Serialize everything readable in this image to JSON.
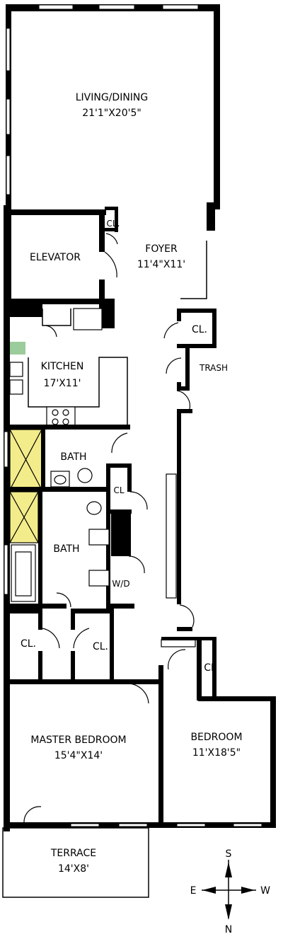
{
  "rooms": {
    "living_dining": {
      "name": "LIVING/DINING",
      "dims": "21'1\"X20'5\""
    },
    "elevator": {
      "name": "ELEVATOR"
    },
    "foyer": {
      "name": "FOYER",
      "dims": "11'4\"X11'"
    },
    "kitchen": {
      "name": "KITCHEN",
      "dims": "17'X11'"
    },
    "bath_upper": {
      "name": "BATH"
    },
    "bath_lower": {
      "name": "BATH"
    },
    "master_bedroom": {
      "name": "MASTER BEDROOM",
      "dims": "15'4\"X14'"
    },
    "bedroom": {
      "name": "BEDROOM",
      "dims": "11'X18'5\""
    },
    "terrace": {
      "name": "TERRACE",
      "dims": "14'X8'"
    }
  },
  "closets": {
    "elevator_cl": "CL.",
    "foyer_cl": "CL.",
    "trash": "TRASH",
    "hall_cl": "CL",
    "wd": "W/D",
    "master_cl_left": "CL.",
    "master_cl_right": "CL.",
    "bedroom_cl": "CL"
  },
  "compass": {
    "north": "N",
    "south": "S",
    "east": "E",
    "west": "W"
  },
  "colors": {
    "wall": "#000000",
    "shower": "#f3ec8a",
    "background": "#ffffff",
    "planter": "#3a9a3a"
  }
}
